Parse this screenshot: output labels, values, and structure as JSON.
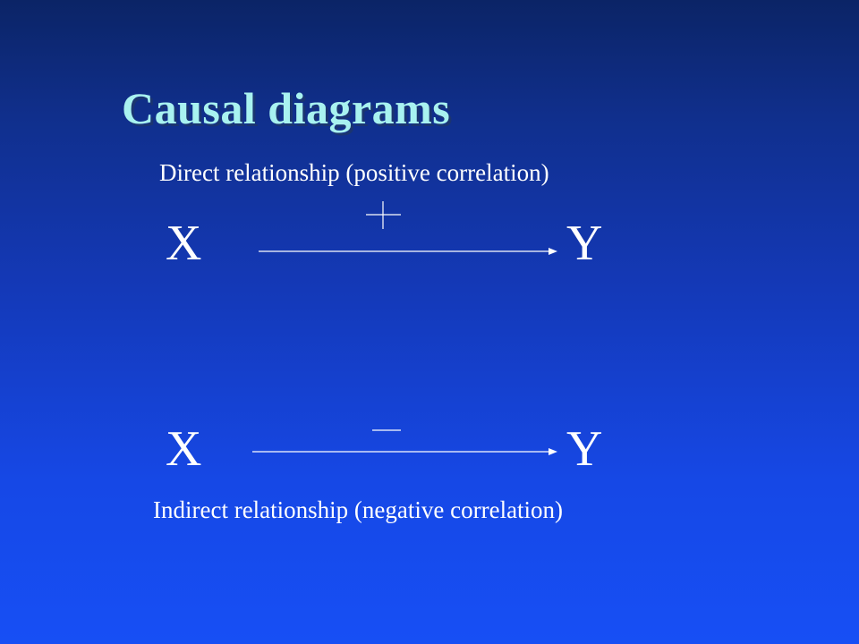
{
  "slide": {
    "title": "Causal diagrams",
    "direct": {
      "caption": "Direct relationship (positive correlation)",
      "from": "X",
      "to": "Y"
    },
    "indirect": {
      "caption": "Indirect relationship (negative correlation)",
      "from": "X",
      "to": "Y"
    }
  },
  "colors": {
    "title": "#a8f2f0",
    "text": "#ffffff",
    "background_top": "#0b2466",
    "background_bottom": "#174ff5"
  }
}
